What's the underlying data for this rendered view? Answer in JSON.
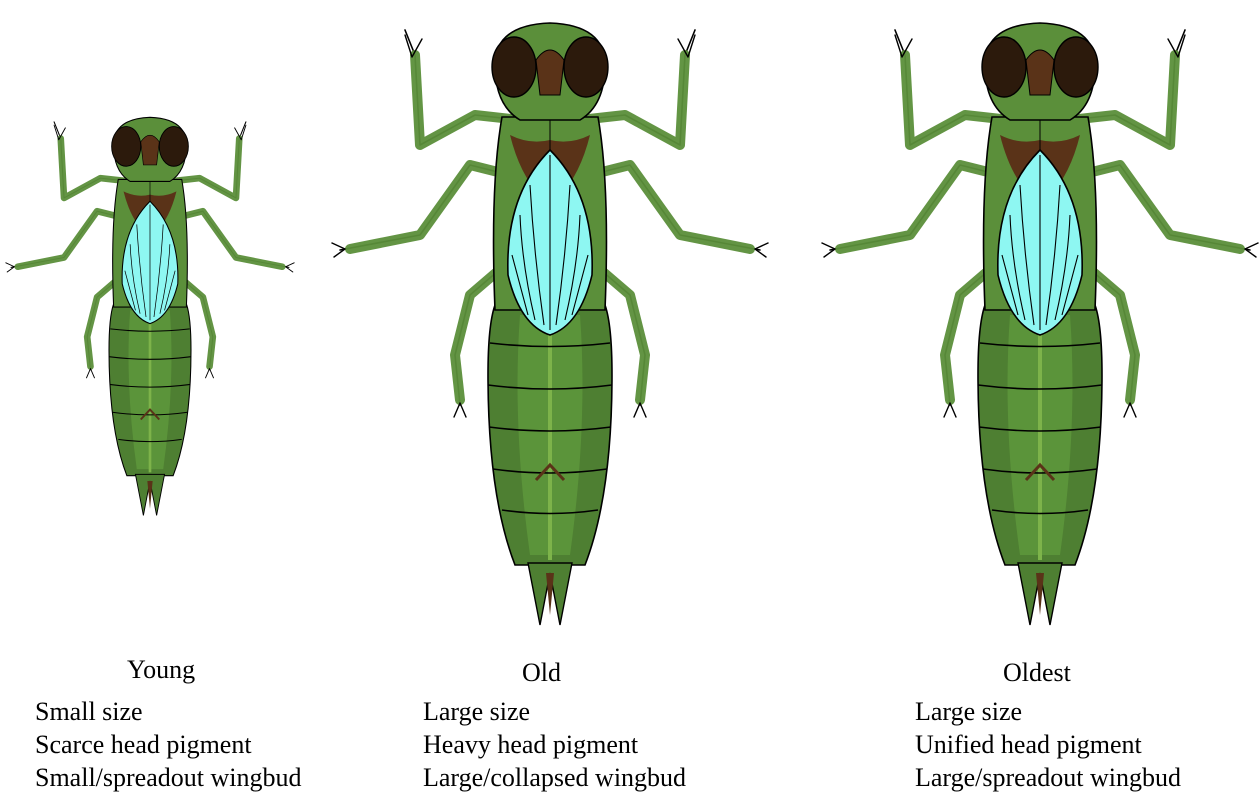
{
  "colors": {
    "body_green": "#5b8f3a",
    "dark_green": "#3e6b28",
    "light_green": "#7db34a",
    "pigment_brown": "#5a3318",
    "dark_pigment": "#2c1a0c",
    "wingbud_cyan": "#8ef7f2",
    "outline": "#000000"
  },
  "stages": [
    {
      "title": "Young",
      "traits": [
        "Small size",
        "Scarce head pigment",
        "Small/spreadout wingbud"
      ],
      "icon": "dragonfly-nymph-young-icon"
    },
    {
      "title": "Old",
      "traits": [
        "Large size",
        "Heavy head pigment",
        "Large/collapsed wingbud"
      ],
      "icon": "dragonfly-nymph-old-icon"
    },
    {
      "title": "Oldest",
      "traits": [
        "Large size",
        "Unified head pigment",
        "Large/spreadout wingbud"
      ],
      "icon": "dragonfly-nymph-oldest-icon"
    }
  ]
}
